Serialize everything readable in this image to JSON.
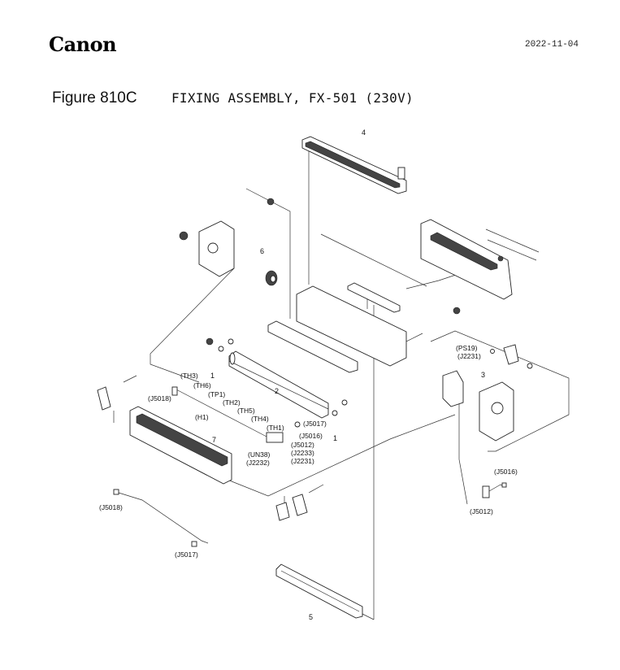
{
  "header": {
    "brand": "Canon",
    "date": "2022-11-04",
    "figure_label": "Figure 810C",
    "figure_title": "FIXING ASSEMBLY, FX-501 (230V)"
  },
  "callouts": {
    "n1a": "1",
    "n1b": "1",
    "n2": "2",
    "n3": "3",
    "n4": "4",
    "n5": "5",
    "n6": "6",
    "n7": "7"
  },
  "refs": {
    "th3": "(TH3)",
    "th6": "(TH6)",
    "tp1": "(TP1)",
    "th2": "(TH2)",
    "th5": "(TH5)",
    "th4": "(TH4)",
    "th1": "(TH1)",
    "h1": "(H1)",
    "j5018a": "(J5018)",
    "j5017a": "(J5017)",
    "j5016a": "(J5016)",
    "j5012a": "(J5012)",
    "j2233": "(J2233)",
    "j2231a": "(J2231)",
    "un38": "(UN38)",
    "j2232": "(J2232)",
    "ps19": "(PS19)",
    "j2231b": "(J2231)",
    "j5016b": "(J5016)",
    "j5012b": "(J5012)",
    "j5018b": "(J5018)",
    "j5017b": "(J5017)"
  }
}
